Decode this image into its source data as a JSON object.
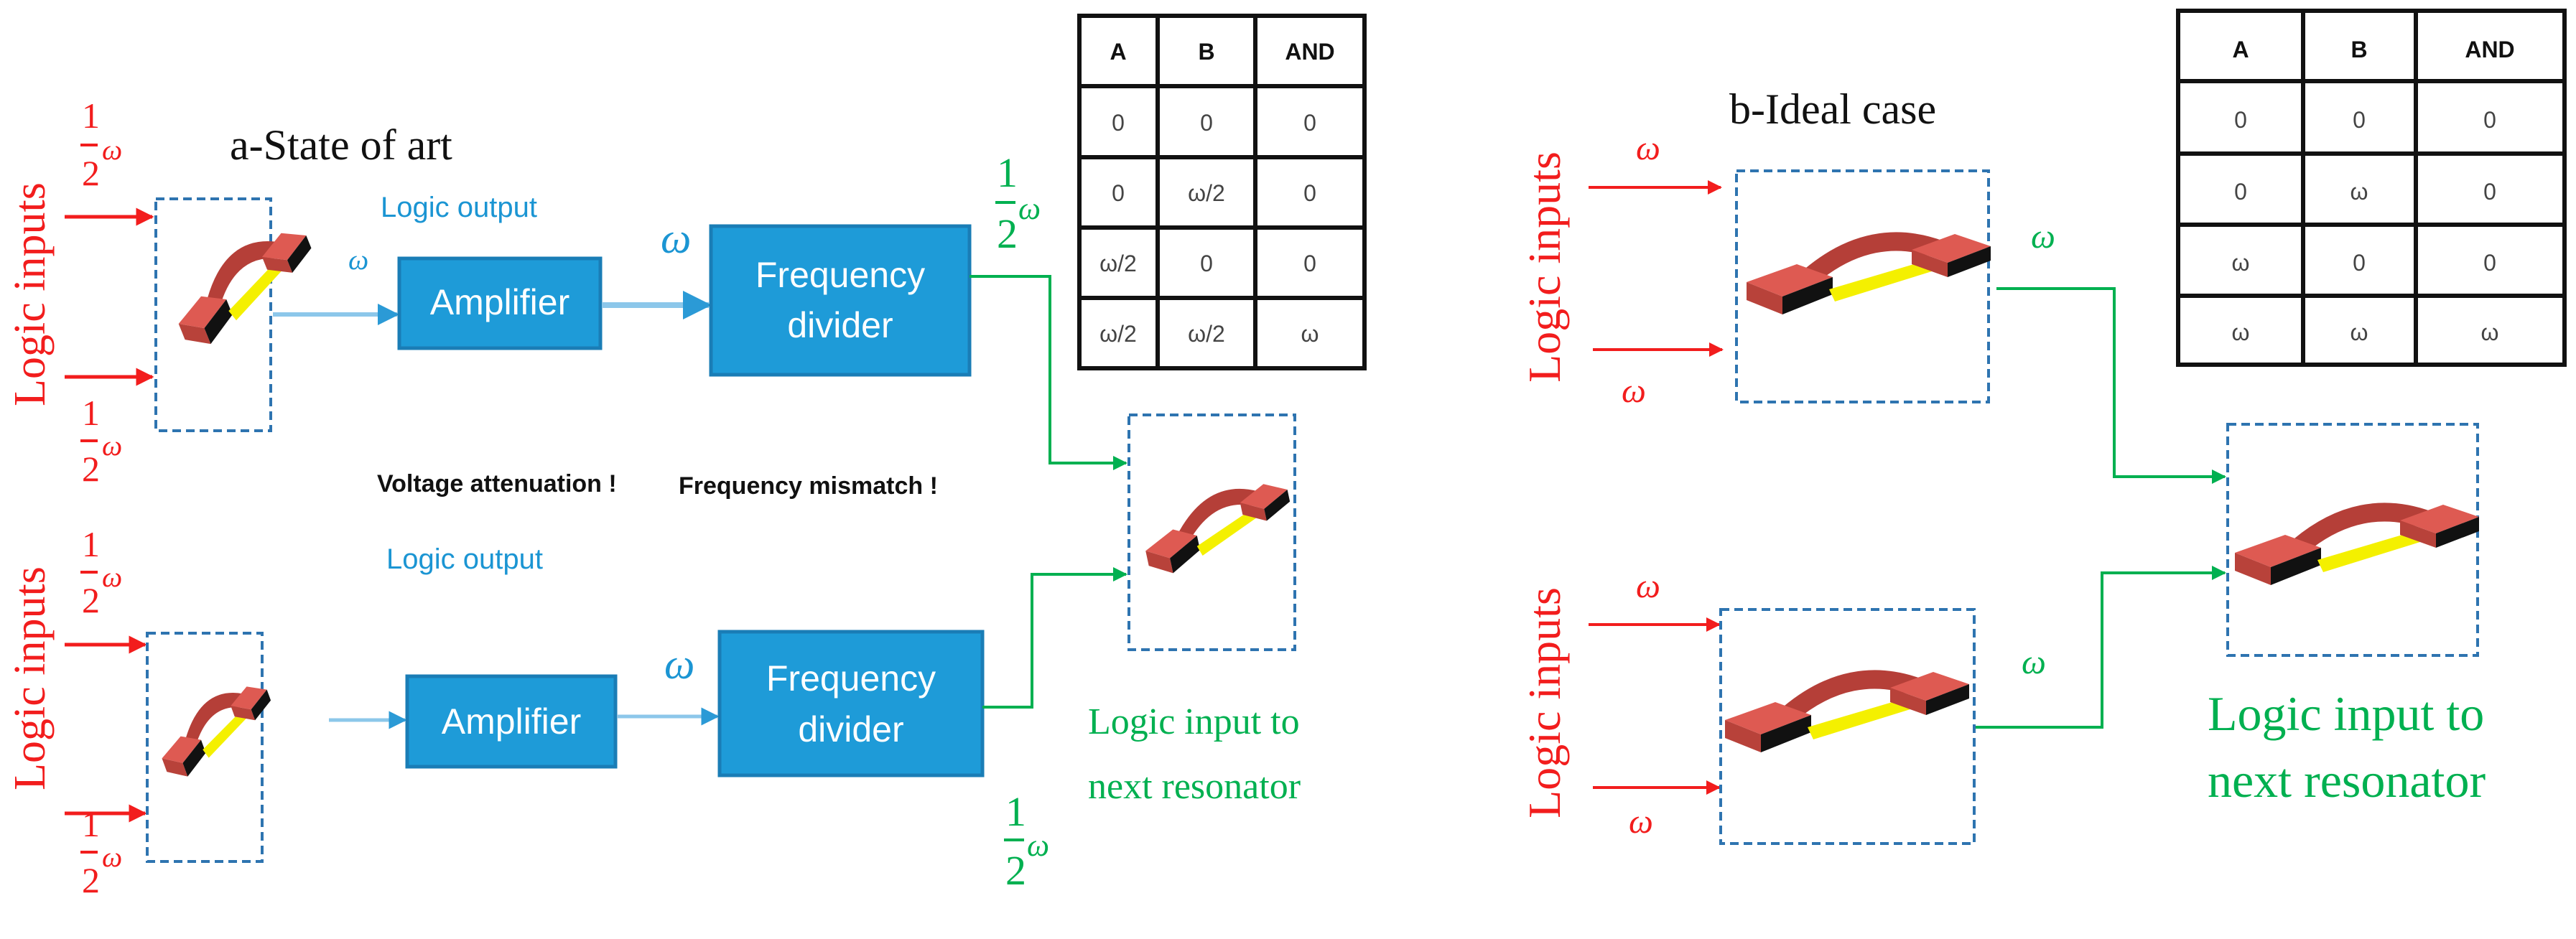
{
  "panel_a": {
    "title": "a-State of art",
    "logic_inputs_label": "Logic inputs",
    "input_fraction": {
      "num": "1",
      "den": "2",
      "sym": "ω"
    },
    "logic_output_label": "Logic output",
    "omega": "ω",
    "amplifier_label": "Amplifier",
    "freq_divider_label": [
      "Frequency",
      "divider"
    ],
    "output_fraction": {
      "num": "1",
      "den": "2",
      "sym": "ω"
    },
    "voltage_note": "Voltage attenuation !",
    "frequency_note": "Frequency mismatch !",
    "next_label": [
      "Logic input to",
      "next resonator"
    ],
    "truth_table": {
      "headers": [
        "A",
        "B",
        "AND"
      ],
      "rows": [
        [
          "0",
          "0",
          "0"
        ],
        [
          "0",
          "ω/2",
          "0"
        ],
        [
          "ω/2",
          "0",
          "0"
        ],
        [
          "ω/2",
          "ω/2",
          "ω"
        ]
      ]
    }
  },
  "panel_b": {
    "title": "b-Ideal case",
    "logic_inputs_label": "Logic inputs",
    "omega": "ω",
    "next_label": [
      "Logic input to",
      "next resonator"
    ],
    "truth_table": {
      "headers": [
        "A",
        "B",
        "AND"
      ],
      "rows": [
        [
          "0",
          "0",
          "0"
        ],
        [
          "0",
          "ω",
          "0"
        ],
        [
          "ω",
          "0",
          "0"
        ],
        [
          "ω",
          "ω",
          "ω"
        ]
      ]
    }
  },
  "colors": {
    "input": "#f21d1d",
    "output": "#00b050",
    "block": "#1e9bd8",
    "label": "#1b95d3"
  }
}
